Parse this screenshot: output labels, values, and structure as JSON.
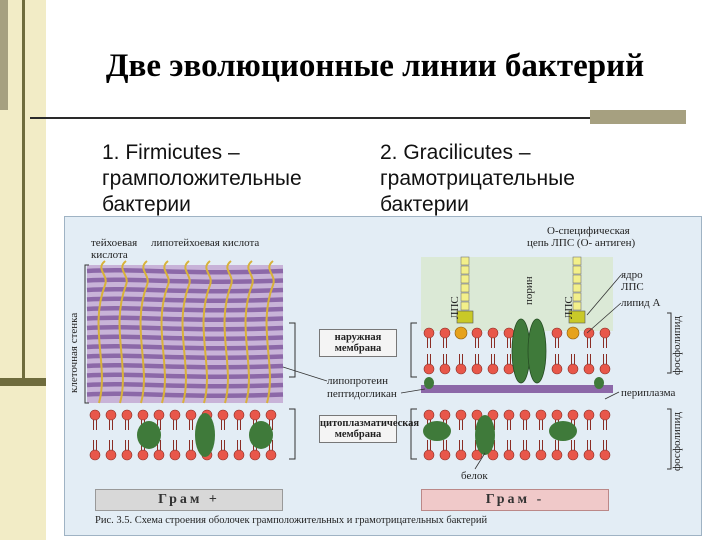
{
  "slide": {
    "title": "Две эволюционные линии бактерий",
    "left_heading": [
      "1. Firmicutes –",
      "грамположительные",
      "бактерии"
    ],
    "right_heading": [
      "2. Gracilicutes –",
      "грамотрицательные",
      "бактерии"
    ]
  },
  "figure": {
    "labels": {
      "teichoic": "тейхоевая",
      "lipoteichoic": "липотейхоевая кислота",
      "acid": "кислота",
      "cell_wall": "клеточная стенка",
      "outer_membrane": "наружная мембрана",
      "lipoprotein": "липопротеин",
      "peptidoglycan": "пептидогликан",
      "cytoplasmic_membrane": "цитоплазматическая мембрана",
      "o_specific": "О-специфическая",
      "lps_chain": "цепь ЛПС (О- антиген)",
      "porin": "порин",
      "lps": "ЛПС",
      "lps_core": "ядро ЛПС",
      "lipid_a": "липид А",
      "phospholipid": "фосфолипид",
      "periplasm": "периплазма",
      "protein": "белок",
      "gram_pos": "Грам +",
      "gram_neg": "Грам -",
      "caption": "Рис. 3.5. Схема строения оболочек грамположительных и грамотрицательных бактерий"
    },
    "colors": {
      "peptidoglycan": "#8c68a8",
      "protein": "#3f7a3a",
      "phospholipid_head": "#e8574a",
      "lipid_a": "#e6a21c",
      "lps_core": "#c9c928",
      "teichoic": "#d8b23a"
    }
  }
}
